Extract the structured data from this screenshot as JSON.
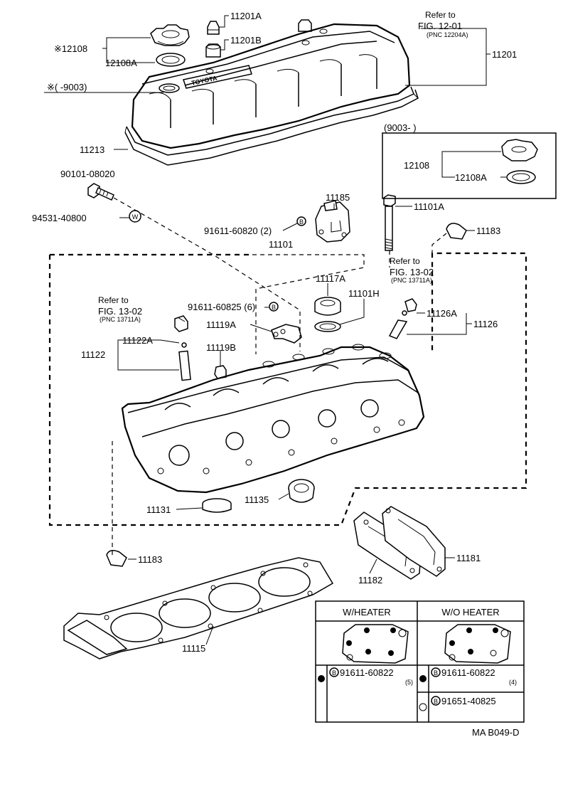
{
  "labels": {
    "p12108": "※12108",
    "p12108A_top": "12108A",
    "p11201A": "11201A",
    "p11201B": "11201B",
    "p11201": "11201",
    "note_9003": "※(      -9003)",
    "p11213": "11213",
    "p90101": "90101-08020",
    "p94531": "94531-40800",
    "p91611_60820": "91611-60820 (2)",
    "p11185": "11185",
    "p11101": "11101",
    "p11101A": "11101A",
    "p11183_top": "11183",
    "p9003_box": "(9003-          )",
    "p12108_box": "12108",
    "p12108A_box": "12108A",
    "p11117A": "11117A",
    "p11101H": "11101H",
    "p91611_60825": "91611-60825 (6)",
    "p11119A": "11119A",
    "p11119B": "11119B",
    "p11122": "11122",
    "p11122A": "11122A",
    "p11126A": "11126A",
    "p11126": "11126",
    "p11135": "11135",
    "p11131": "11131",
    "p11183_bottom": "11183",
    "p11181": "11181",
    "p11182": "11182",
    "p11115": "11115"
  },
  "references": {
    "fig1201": {
      "line1": "Refer to",
      "line2": "FIG. 12-01",
      "line3": "(PNC 12204A)"
    },
    "fig1302_right": {
      "line1": "Refer to",
      "line2": "FIG. 13-02",
      "line3": "(PNC 13711A)"
    },
    "fig1302_left": {
      "line1": "Refer to",
      "line2": "FIG. 13-02",
      "line3": "(PNC 13711A)"
    }
  },
  "markers": {
    "W": "W",
    "B": "B"
  },
  "legend": {
    "col1_header": "W/HEATER",
    "col2_header": "W/O HEATER",
    "row1_col1_part": "91611-60822",
    "row1_col1_qty": "(5)",
    "row1_col2_part": "91611-60822",
    "row1_col2_qty": "(4)",
    "row2_col2_part": "91651-40825"
  },
  "footer": {
    "code": "MA  B049-D"
  }
}
